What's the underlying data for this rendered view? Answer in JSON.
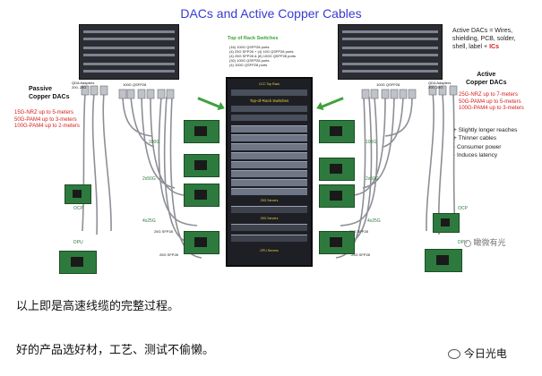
{
  "title": "DACs and Active Copper Cables",
  "top_rack": {
    "heading": "Top of Rack Switches",
    "lines": [
      "(16) 100G QSFP28 ports",
      "(4) 25G SFP28 + (4) 10G QSFP28 ports",
      "(4) 25G SFP28 & (8) 100G QSFP28 ports",
      "(32) 100G QSFP28 ports",
      "(4) 100G QSFP28 ports"
    ]
  },
  "active_info": {
    "line1": "Active DACs = Wires,",
    "line2": "shielding, PCB, solder,",
    "line3_prefix": "shell, label +",
    "line3_highlight": "ICs"
  },
  "passive": {
    "heading1": "Passive",
    "heading2": "Copper DACs",
    "specs": [
      "15G-NRZ up to 5-meters",
      "50G-PAM4 up to 3-meters",
      "100G-PAM4 up to 2-meters"
    ]
  },
  "active": {
    "heading1": "Active",
    "heading2": "Copper DACs",
    "specs": [
      "25G-NRZ up to 7-meters",
      "50G-PAM4 up to 5-meters",
      "100G-PAM4 up to 3-meters"
    ],
    "pros": [
      "+ Slightly longer reaches",
      "+ Thinner cables"
    ],
    "cons": [
      "-    Consumer power",
      "-    Induces latency"
    ]
  },
  "rack": {
    "top_label": "CCC Top Rack",
    "switch_label": "Top-of-Rack Switches",
    "mid_label1": "25G Servers",
    "mid_label2": "25G Servers",
    "bottom_label": "GPU Servers"
  },
  "labels": {
    "gda_left": "QDA Adapters 200, 25G",
    "qsfp_left": "100G QSFP28",
    "l100g": "100G",
    "l2x50g": "2x50G",
    "l4x25g_left": "4x25G",
    "sfp_left1": "25G SFP28",
    "sfp_left2": "25G SFP28",
    "ocp_left": "OCP",
    "dpu_left": "DPU",
    "qsfp_right": "100G QSFP28",
    "gda_right": "QDA Adapters 200, 25G",
    "r100g": "100G",
    "r2x50g": "2x50G",
    "r4x25g": "4x25G",
    "sfp_right1": "25G SFP28",
    "sfp_right2": "25G SFP28",
    "ocp_right": "OCP",
    "dpu_right": "DPU"
  },
  "watermark_inner": "瞰微有光",
  "captions": {
    "line1": "以上即是高速线缆的完整过程。",
    "line2": "好的产品选好材，工艺、测试不偷懒。"
  },
  "watermark": "今日光电",
  "colors": {
    "title": "#3a3ad0",
    "red": "#d42020",
    "green_card": "#2e7a3e",
    "arrow": "#3ea13b"
  }
}
